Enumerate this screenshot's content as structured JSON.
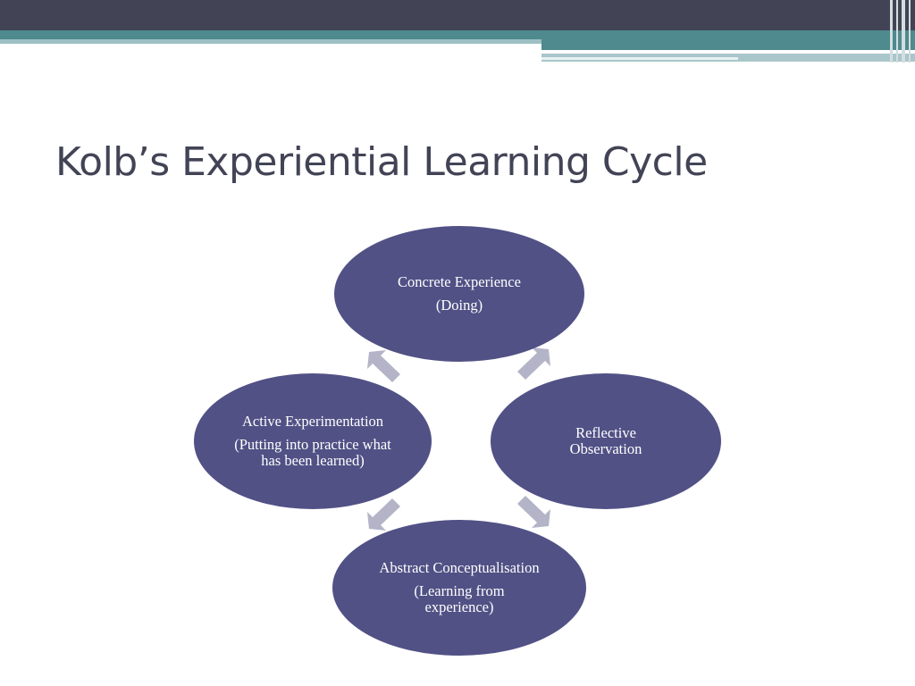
{
  "slide": {
    "title": "Kolb’s Experiential Learning Cycle"
  },
  "colors": {
    "header": "#424456",
    "accent": "#4e8a8e",
    "node_fill": "#515186",
    "arrow_fill": "#b3b4c8",
    "node_text": "#ffffff"
  },
  "cycle": {
    "concrete": {
      "name": "Concrete Experience",
      "detail": "(Doing)"
    },
    "reflective": {
      "name": "Reflective Observation",
      "detail": ""
    },
    "abstract": {
      "name": "Abstract Conceptualisation",
      "detail": "(Learning from experience)"
    },
    "active": {
      "name": "Active Experimentation",
      "detail": "(Putting into practice what has been learned)"
    }
  }
}
